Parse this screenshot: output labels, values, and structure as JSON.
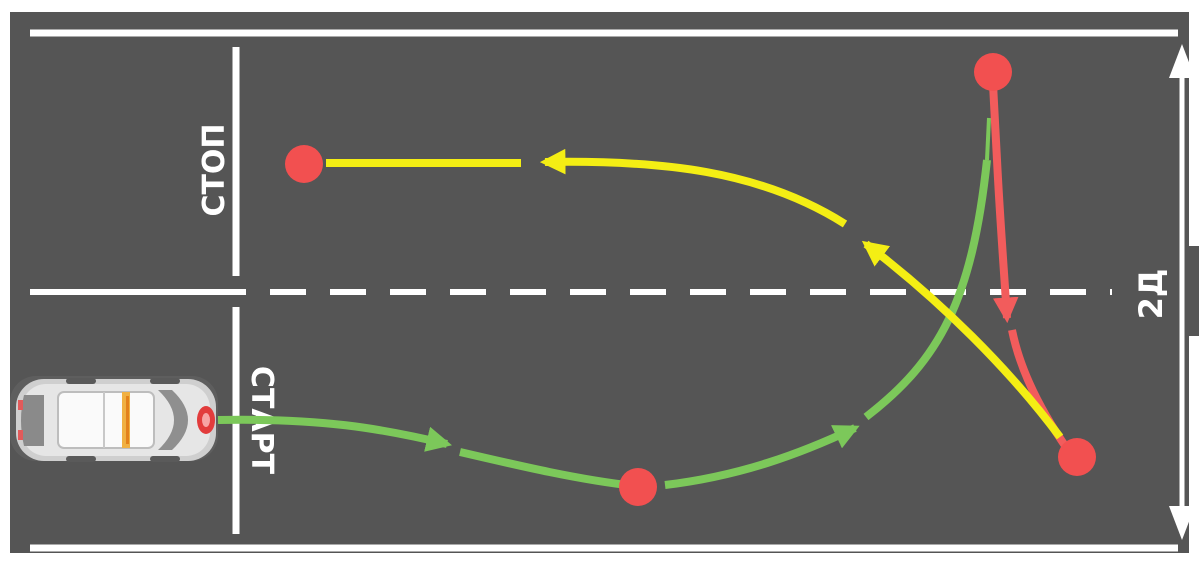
{
  "labels": {
    "stop": "СТОП",
    "start": "СТАРТ",
    "width": "2Д"
  },
  "colors": {
    "road": "#555555",
    "marking": "#ffffff",
    "forward_path": "#7cc85a",
    "reverse_path": "#f25c5c",
    "exit_path": "#f4ee14",
    "marker": "#f25050"
  },
  "paths": [
    {
      "id": "forward",
      "color_key": "forward_path",
      "direction": "forward"
    },
    {
      "id": "reverse",
      "color_key": "reverse_path",
      "direction": "reverse"
    },
    {
      "id": "exit",
      "color_key": "exit_path",
      "direction": "forward"
    }
  ],
  "markers": [
    "marker-stop",
    "marker-turn-low",
    "marker-turn-top",
    "marker-turn-bottom"
  ],
  "icons": [
    "car-icon",
    "double-arrow-icon"
  ]
}
